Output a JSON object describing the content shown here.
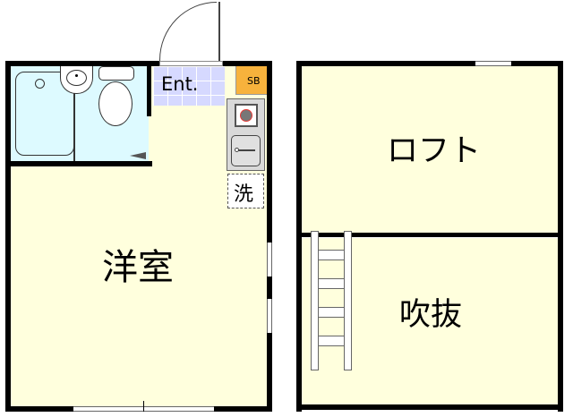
{
  "floor_plan": {
    "units": [
      {
        "id": "lower-floor",
        "rooms": {
          "western_room": {
            "label": "洋室",
            "fill": "#FFFFDD"
          },
          "entrance": {
            "label": "Ent.",
            "fill": "#D6D9FF"
          },
          "storage": {
            "label": "SB",
            "fill": "#F7B23C"
          },
          "washer_space": {
            "label": "洗"
          },
          "bathroom": {
            "fill": "#DDFAFF"
          }
        }
      },
      {
        "id": "loft-floor",
        "rooms": {
          "loft": {
            "label": "ロフト",
            "fill": "#FFFFDD"
          },
          "atrium": {
            "label": "吹抜",
            "fill": "#FFFFDD"
          }
        }
      }
    ],
    "colors": {
      "wall": "#000000",
      "room_fill": "#FFFFDD",
      "bath_fill": "#DDFAFF",
      "entrance_fill": "#D6D9FF",
      "storage_fill": "#F7B23C",
      "kitchen_fill": "#D9D9D9"
    }
  }
}
